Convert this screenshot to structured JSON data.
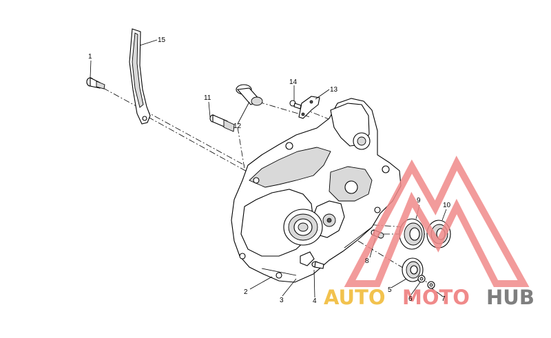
{
  "callouts": [
    {
      "id": "1",
      "label": "1"
    },
    {
      "id": "2",
      "label": "2"
    },
    {
      "id": "3",
      "label": "3"
    },
    {
      "id": "4",
      "label": "4"
    },
    {
      "id": "5",
      "label": "5"
    },
    {
      "id": "6",
      "label": "6"
    },
    {
      "id": "7",
      "label": "7"
    },
    {
      "id": "8",
      "label": "8"
    },
    {
      "id": "9",
      "label": "9"
    },
    {
      "id": "10",
      "label": "10"
    },
    {
      "id": "11",
      "label": "11"
    },
    {
      "id": "12",
      "label": "12"
    },
    {
      "id": "13",
      "label": "13"
    },
    {
      "id": "14",
      "label": "14"
    },
    {
      "id": "15",
      "label": "15"
    }
  ],
  "watermark": {
    "part1": "AUTO",
    "part2": "MOTO",
    "part3": "HUB",
    "color_part1": "#f2c24e",
    "color_part2": "#f08a8a",
    "color_part3": "#7f7f7f",
    "triangle_color": "#f08a8a"
  }
}
